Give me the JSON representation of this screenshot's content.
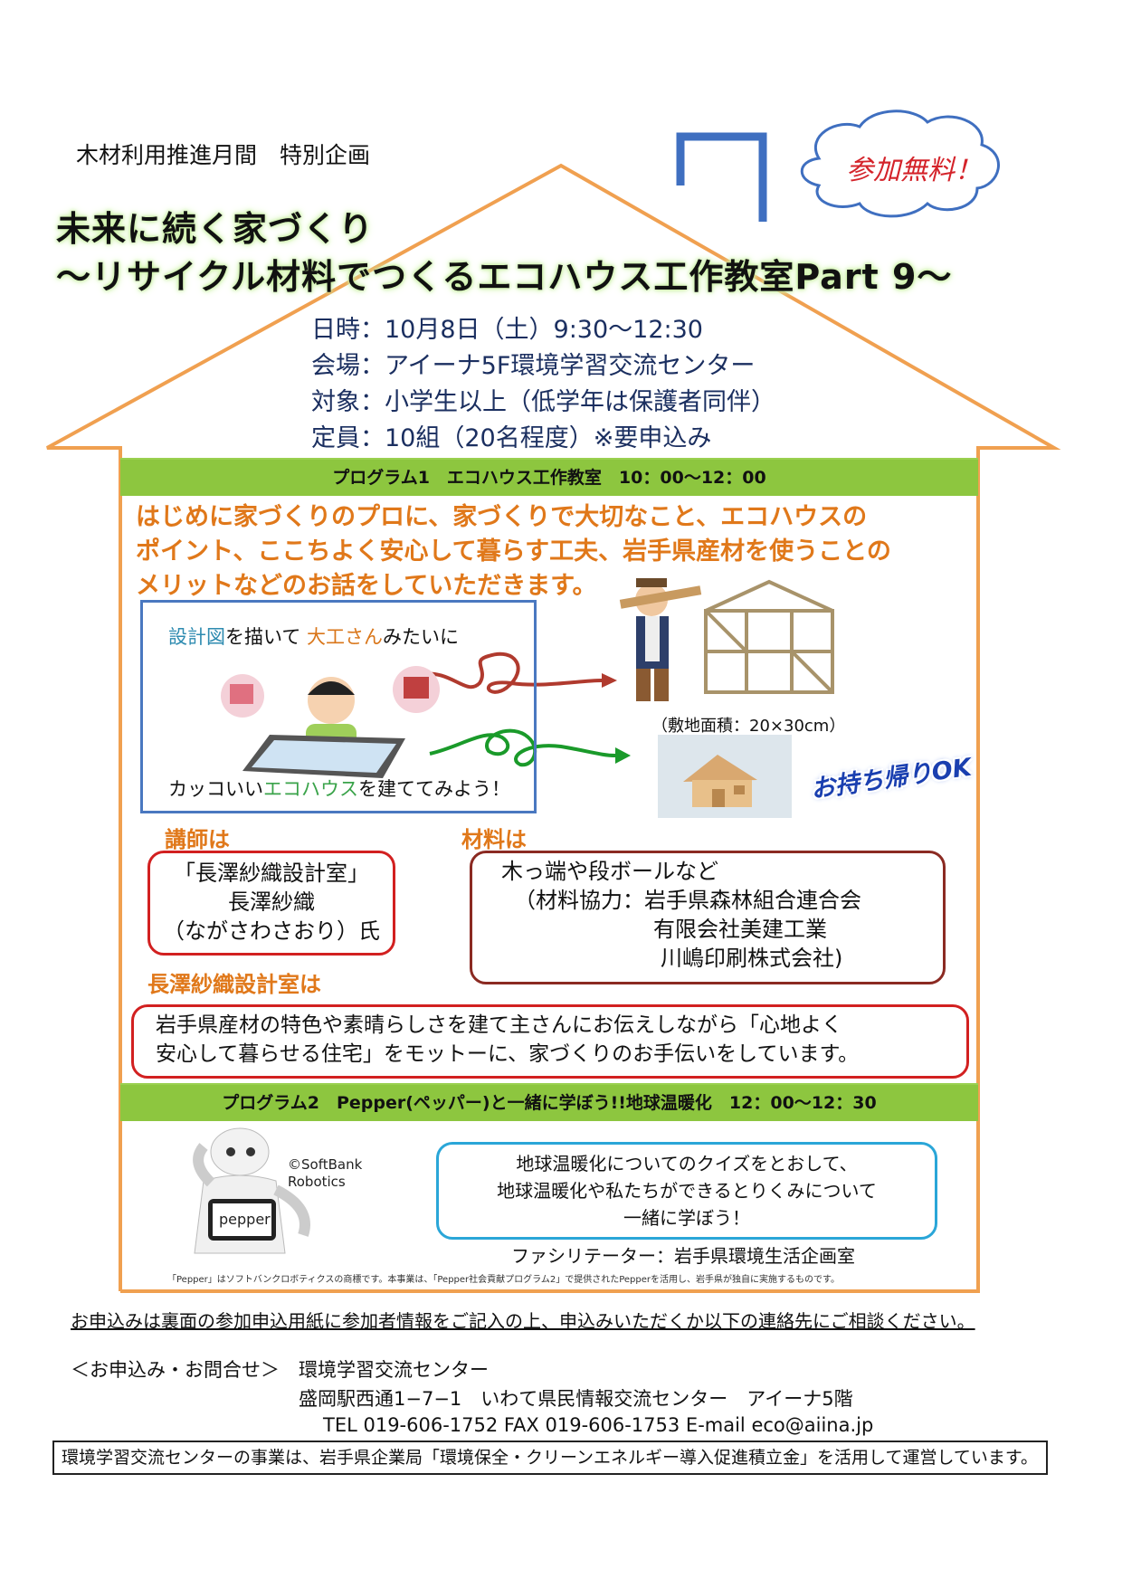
{
  "header": {
    "subtitle": "木材利用推進月間　特別企画",
    "title_line1": "未来に続く家づくり",
    "title_line2": "～リサイクル材料でつくるエコハウス工作教室Part 9～",
    "free_badge": "参加無料！"
  },
  "event_info": [
    "日時：10月8日（土）9:30～12:30",
    "会場：アイーナ5F環境学習交流センター",
    "対象：小学生以上（低学年は保護者同伴）",
    "定員：10組（20名程度）※要申込み"
  ],
  "program1": {
    "band": "プログラム1　エコハウス工作教室　10：00～12：00",
    "intro": [
      "はじめに家づくりのプロに、家づくりで大切なこと、エコハウスの",
      "ポイント、ここちよく安心して暮らす工夫、岩手県産材を使うことの",
      "メリットなどのお話をしていただきます。"
    ],
    "caption_top": {
      "part1": "設計図",
      "part2": "を描いて ",
      "part3": "大工さん",
      "part4": "みたいに"
    },
    "caption_bottom": {
      "part1": "カッコいい",
      "part2": "エコハウス",
      "part3": "を建ててみよう！"
    },
    "site_area": "（敷地面積：20×30cm）",
    "takeaway": "お持ち帰りOK",
    "instructor_heading": "講師は",
    "instructor": [
      "「長澤紗織設計室」",
      "長澤紗織",
      "（ながさわさおり）氏"
    ],
    "materials_heading": "材料は",
    "materials": [
      "木っ端や段ボールなど",
      "（材料協力：岩手県森林組合連合会",
      "有限会社美建工業",
      "川嶋印刷株式会社)"
    ],
    "office_heading": "長澤紗織設計室は",
    "office_desc": [
      "岩手県産材の特色や素晴らしさを建て主さんにお伝えしながら「心地よく",
      "安心して暮らせる住宅」をモットーに、家づくりのお手伝いをしています。"
    ]
  },
  "program2": {
    "band": "プログラム2　Pepper(ペッパー)と一緒に学ぼう!!地球温暖化　12：00～12：30",
    "copyright": [
      "©SoftBank",
      "Robotics"
    ],
    "tablet_label": "pepper",
    "quiz": [
      "地球温暖化についてのクイズをとおして、",
      "地球温暖化や私たちができるとりくみについて",
      "一緒に学ぼう！"
    ],
    "facilitator": "ファシリテーター：岩手県環境生活企画室",
    "trademark_note": "「Pepper」はソフトバンクロボティクスの商標です。本事業は、「Pepper社会貢献プログラム2」で提供されたPepperを活用し、岩手県が独自に実施するものです。"
  },
  "application_note": "お申込みは裏面の参加申込用紙に参加者情報をご記入の上、申込みいただくか以下の連絡先にご相談ください。",
  "contact": {
    "label": "＜お申込み・お問合せ＞　環境学習交流センター",
    "address": "盛岡駅西通1−7−1　いわて県民情報交流センター　アイーナ5階",
    "phone": "TEL 019-606-1752 FAX 019-606-1753 E-mail eco@aiina.jp"
  },
  "footer_note": "環境学習交流センターの事業は、岩手県企業局「環境保全・クリーンエネルギー導入促進積立金」を活用して運営しています。",
  "colors": {
    "house_outline": "#f0a050",
    "band": "#8dc63f",
    "accent_orange": "#e0781a",
    "badge_red": "#d4232a"
  }
}
